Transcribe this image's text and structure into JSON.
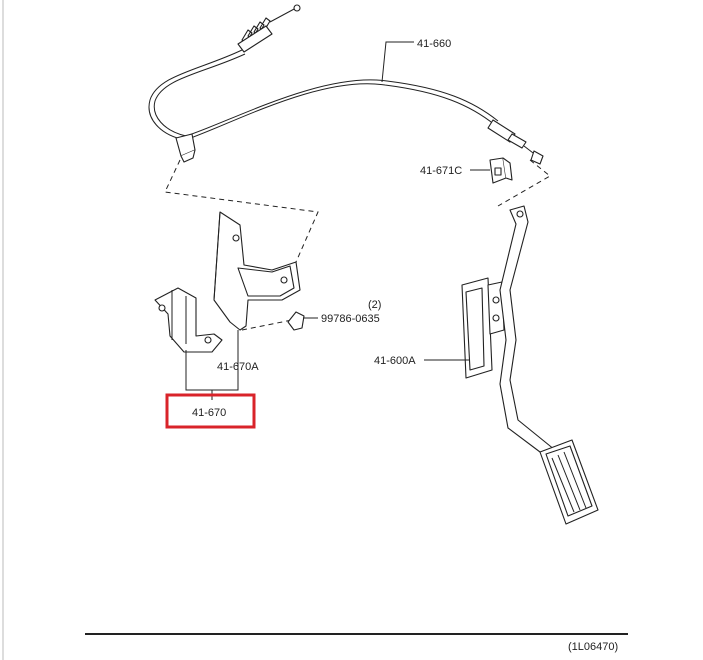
{
  "diagram": {
    "labels": {
      "cable": "41-660",
      "clip": "41-671C",
      "bolt_qty": "(2)",
      "bolt": "99786-0635",
      "pedal": "41-600A",
      "bracket_a": "41-670A",
      "bracket": "41-670"
    },
    "figure_code": "(1L06470)",
    "highlight_color": "#d9232a"
  }
}
